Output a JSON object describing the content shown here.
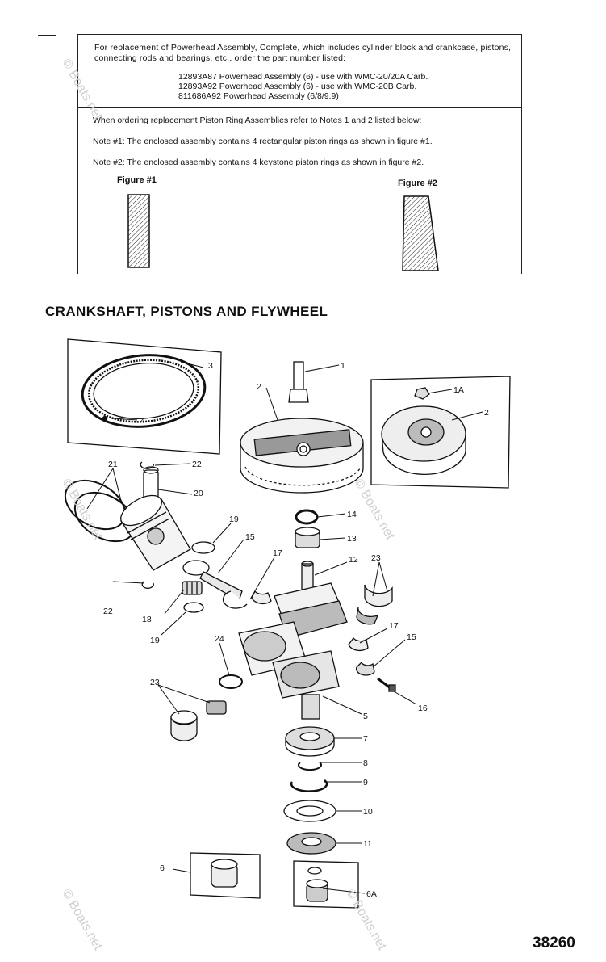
{
  "notes": {
    "intro": "For replacement of Powerhead Assembly, Complete, which includes cylinder block and crankcase, pistons, connecting rods and bearings, etc., order the part number listed:",
    "assemblies": [
      "12893A87 Powerhead Assembly (6) - use with WMC-20/20A Carb.",
      "12893A92 Powerhead Assembly (6) - use with WMC-20B Carb.",
      "811686A92 Powerhead Assembly (6/8/9.9)"
    ],
    "ring_intro": "When ordering replacement Piston Ring Assemblies refer to Notes 1 and 2 listed below:",
    "note1": "Note #1: The enclosed assembly contains 4 rectangular piston rings as shown in figure #1.",
    "note2": "Note #2: The enclosed assembly contains 4 keystone piston rings as shown in figure #2.",
    "figure1_label": "Figure #1",
    "figure2_label": "Figure #2"
  },
  "section_title": "CRANKSHAFT, PISTONS AND FLYWHEEL",
  "diagram_ref": "38260",
  "callouts": {
    "c1": "1",
    "c1a": "1A",
    "c2a": "2",
    "c2b": "2",
    "c3": "3",
    "c4": "4",
    "c5": "5",
    "c6": "6",
    "c6a": "6A",
    "c7": "7",
    "c8": "8",
    "c9": "9",
    "c10": "10",
    "c11": "11",
    "c12": "12",
    "c13": "13",
    "c14": "14",
    "c15a": "15",
    "c15b": "15",
    "c16": "16",
    "c17a": "17",
    "c17b": "17",
    "c18": "18",
    "c19a": "19",
    "c19b": "19",
    "c20": "20",
    "c21": "21",
    "c22a": "22",
    "c22b": "22",
    "c23a": "23",
    "c23b": "23",
    "c24": "24"
  },
  "watermark": "© Boats.net",
  "colors": {
    "ink": "#111111",
    "watermark": "#cfcfcf"
  }
}
